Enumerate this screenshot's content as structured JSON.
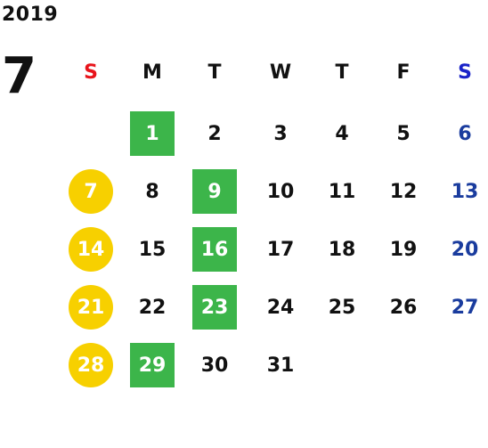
{
  "year": "2019",
  "month": "7",
  "weekdays": [
    {
      "label": "S",
      "color": "#e8141b"
    },
    {
      "label": "M",
      "color": "#111111"
    },
    {
      "label": "T",
      "color": "#111111"
    },
    {
      "label": "W",
      "color": "#111111"
    },
    {
      "label": "T",
      "color": "#111111"
    },
    {
      "label": "F",
      "color": "#111111"
    },
    {
      "label": "S",
      "color": "#1a23c8"
    }
  ],
  "first_weekday_index": 1,
  "days_in_month": 31,
  "highlight_colors": {
    "green": "#3cb54a",
    "yellow": "#f7d000",
    "saturday_text": "#1a3c9e"
  },
  "green_days": [
    1,
    9,
    16,
    23,
    29
  ],
  "yellow_days": [
    7,
    14,
    21,
    28
  ]
}
